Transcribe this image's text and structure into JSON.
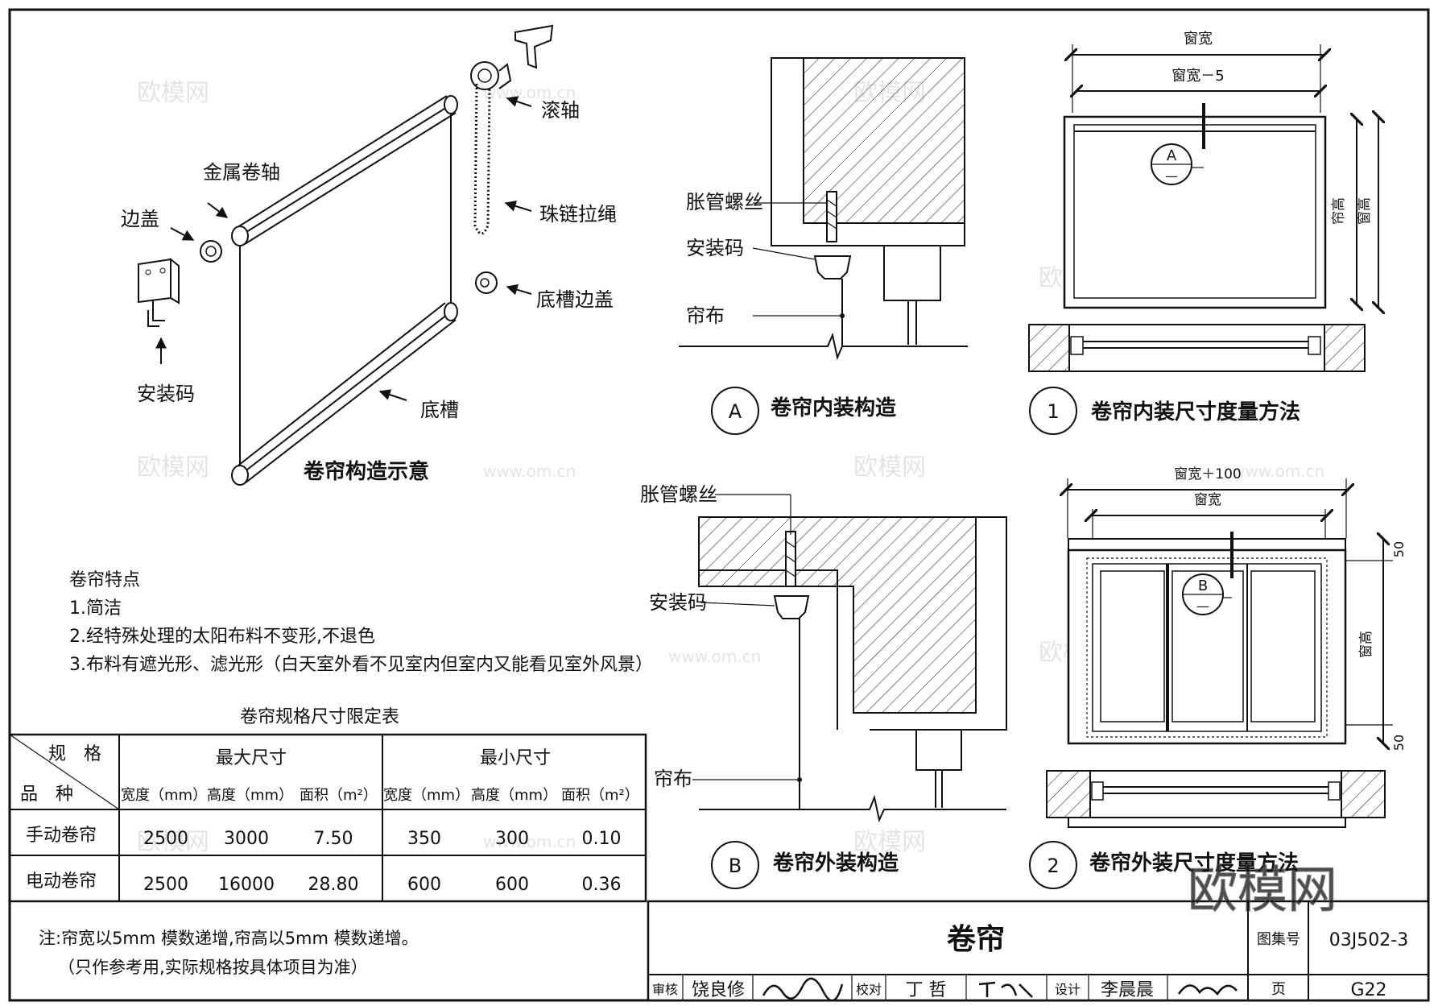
{
  "overview": {
    "title": "卷帘构造示意",
    "labels": {
      "roller": "滚轴",
      "metal_roller": "金属卷轴",
      "bead_chain": "珠链拉绳",
      "end_cap": "边盖",
      "bottom_end_cap": "底槽边盖",
      "bracket": "安装码",
      "bottom_rail": "底槽"
    }
  },
  "detail_a": {
    "marker": "A",
    "title": "卷帘内装构造",
    "labels": {
      "screw": "胀管螺丝",
      "bracket": "安装码",
      "fabric": "帘布"
    }
  },
  "detail_b": {
    "marker": "B",
    "title": "卷帘外装构造",
    "labels": {
      "screw": "胀管螺丝",
      "bracket": "安装码",
      "fabric": "帘布"
    }
  },
  "detail_1": {
    "marker": "1",
    "title": "卷帘内装尺寸度量方法",
    "dims": {
      "window_width": "窗宽",
      "width_minus": "窗宽－5",
      "height_outer": "窗高",
      "height_inner": "帘高"
    },
    "callout": {
      "top": "A",
      "bottom": "—"
    }
  },
  "detail_2": {
    "marker": "2",
    "title": "卷帘外装尺寸度量方法",
    "dims": {
      "width_plus": "窗宽＋100",
      "window_width": "窗宽",
      "height": "窗高",
      "top_margin": "50",
      "bottom_margin": "50"
    },
    "callout": {
      "top": "B",
      "bottom": "—"
    }
  },
  "features": {
    "heading": "卷帘特点",
    "items": [
      "1.简洁",
      "2.经特殊处理的太阳布料不变形,不退色",
      "3.布料有遮光形、滤光形（白天室外看不见室内但室内又能看见室外风景）"
    ]
  },
  "spec_table": {
    "title": "卷帘规格尺寸限定表",
    "corner_top": "规　格",
    "corner_bottom": "品　种",
    "group_headers": [
      "最大尺寸",
      "最小尺寸"
    ],
    "columns": [
      "宽度（mm）",
      "高度（mm）",
      "面积（m²）",
      "宽度（mm）",
      "高度（mm）",
      "面积（m²）"
    ],
    "rows": [
      {
        "name": "手动卷帘",
        "values": [
          "2500",
          "3000",
          "7.50",
          "350",
          "300",
          "0.10"
        ]
      },
      {
        "name": "电动卷帘",
        "values": [
          "2500",
          "16000",
          "28.80",
          "600",
          "600",
          "0.36"
        ]
      }
    ]
  },
  "note": {
    "line1": "注:帘宽以5mm 模数递增,帘高以5mm 模数递增。",
    "line2": "（只作参考用,实际规格按具体项目为准）"
  },
  "title_block": {
    "drawing_title": "卷帘",
    "atlas_label": "图集号",
    "atlas_no": "03J502-3",
    "review_label": "审核",
    "reviewer": "饶良修",
    "check_label": "校对",
    "checker": "丁 哲",
    "design_label": "设计",
    "designer": "李晨晨",
    "page_label": "页",
    "page_no": "G22"
  },
  "watermarks": {
    "brand": "欧模网",
    "url": "www.om.cn"
  }
}
